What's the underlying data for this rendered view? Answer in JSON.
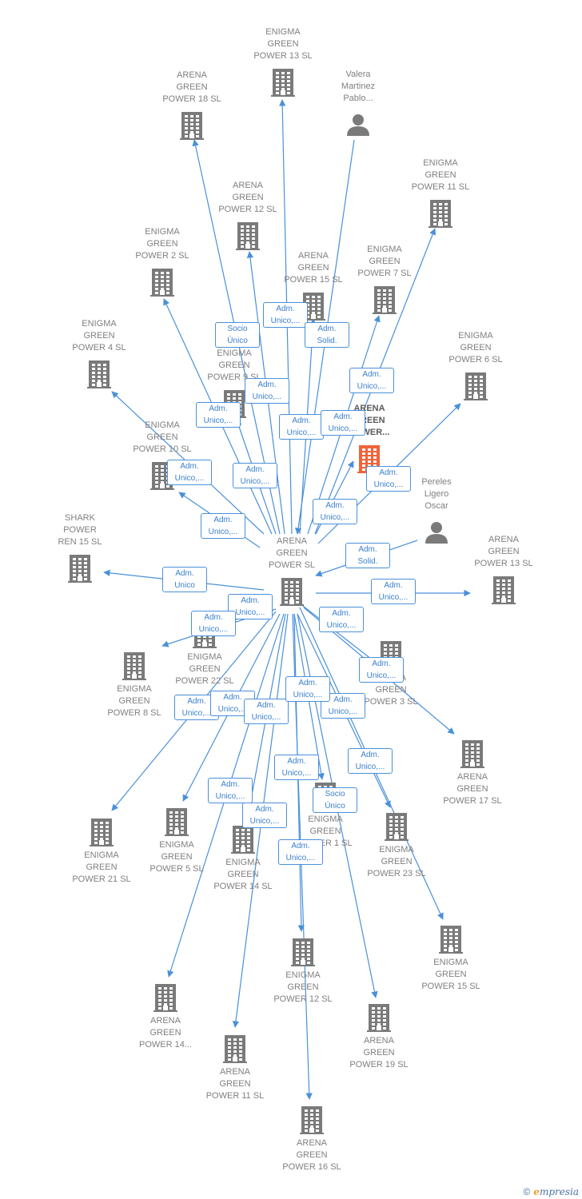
{
  "colors": {
    "edge": "#4a90d9",
    "node": "#7a7a7a",
    "highlight": "#f0643a",
    "tag_text": "#3a7fd0"
  },
  "center": {
    "id": "center",
    "name": "ARENA\nGREEN\nPOWER  SL",
    "icon": "building-icon"
  },
  "nodes": [
    {
      "id": "n0",
      "name": "ENIGMA\nGREEN\nPOWER 13  SL",
      "icon": "building-icon"
    },
    {
      "id": "n1",
      "name": "ARENA\nGREEN\nPOWER 18  SL",
      "icon": "building-icon"
    },
    {
      "id": "n2",
      "name": "Valera\nMartinez\nPablo...",
      "icon": "person-icon"
    },
    {
      "id": "n3",
      "name": "ENIGMA\nGREEN\nPOWER 11  SL",
      "icon": "building-icon"
    },
    {
      "id": "n4",
      "name": "ARENA\nGREEN\nPOWER 12  SL",
      "icon": "building-icon"
    },
    {
      "id": "n5",
      "name": "ENIGMA\nGREEN\nPOWER 2  SL",
      "icon": "building-icon"
    },
    {
      "id": "n6",
      "name": "ARENA\nGREEN\nPOWER 15  SL",
      "icon": "building-icon"
    },
    {
      "id": "n7",
      "name": "ENIGMA\nGREEN\nPOWER 7  SL",
      "icon": "building-icon"
    },
    {
      "id": "n8",
      "name": "ENIGMA\nGREEN\nPOWER 4  SL",
      "icon": "building-icon"
    },
    {
      "id": "n9",
      "name": "ENIGMA\nGREEN\nPOWER 9  SL",
      "icon": "building-icon"
    },
    {
      "id": "n10",
      "name": "ENIGMA\nGREEN\nPOWER 6  SL",
      "icon": "building-icon"
    },
    {
      "id": "n11",
      "name": "ARENA\nGREEN\nPOWER...",
      "icon": "building-icon",
      "highlight": true
    },
    {
      "id": "n12",
      "name": "ENIGMA\nGREEN\nPOWER 10  SL",
      "icon": "building-icon"
    },
    {
      "id": "n13",
      "name": "Pereles\nLigero\nOscar",
      "icon": "person-icon"
    },
    {
      "id": "n14",
      "name": "SHARK\nPOWER\nREN 15  SL",
      "icon": "building-icon"
    },
    {
      "id": "n15",
      "name": "ARENA\nGREEN\nPOWER 13  SL",
      "icon": "building-icon"
    },
    {
      "id": "n16",
      "name": "ENIGMA\nGREEN\nPOWER 22  SL",
      "icon": "building-icon"
    },
    {
      "id": "n17",
      "name": "ENIGMA\nGREEN\nPOWER 8  SL",
      "icon": "building-icon"
    },
    {
      "id": "n18",
      "name": "ARENA\nGREEN\nPOWER 3  SL",
      "icon": "building-icon"
    },
    {
      "id": "n19",
      "name": "ARENA\nGREEN\nPOWER 17  SL",
      "icon": "building-icon"
    },
    {
      "id": "n20",
      "name": "ENIGMA\nGREEN\nPOWER 21  SL",
      "icon": "building-icon"
    },
    {
      "id": "n21",
      "name": "ENIGMA\nGREEN\nPOWER 5  SL",
      "icon": "building-icon"
    },
    {
      "id": "n22",
      "name": "ENIGMA\nGREEN\nPOWER 14  SL",
      "icon": "building-icon"
    },
    {
      "id": "n23",
      "name": "ENIGMA\nGREEN\nPOWER 1  SL",
      "icon": "building-icon"
    },
    {
      "id": "n24",
      "name": "ENIGMA\nGREEN\nPOWER 23  SL",
      "icon": "building-icon"
    },
    {
      "id": "n25",
      "name": "ENIGMA\nGREEN\nPOWER 15  SL",
      "icon": "building-icon"
    },
    {
      "id": "n26",
      "name": "ENIGMA\nGREEN\nPOWER 12  SL",
      "icon": "building-icon"
    },
    {
      "id": "n27",
      "name": "ARENA\nGREEN\nPOWER 14...",
      "icon": "building-icon"
    },
    {
      "id": "n28",
      "name": "ARENA\nGREEN\nPOWER 19  SL",
      "icon": "building-icon"
    },
    {
      "id": "n29",
      "name": "ARENA\nGREEN\nPOWER 11  SL",
      "icon": "building-icon"
    },
    {
      "id": "n30",
      "name": "ARENA\nGREEN\nPOWER 16  SL",
      "icon": "building-icon"
    }
  ],
  "edges": [
    {
      "from": "center",
      "to": "n0",
      "label": "Adm.\nUnico,..."
    },
    {
      "from": "center",
      "to": "n1",
      "label": "Socio\nÚnico"
    },
    {
      "from": "n2",
      "to": "center",
      "label": "Adm.\nSolid."
    },
    {
      "from": "center",
      "to": "n3",
      "label": "Adm.\nUnico,..."
    },
    {
      "from": "center",
      "to": "n4",
      "label": "Adm.\nUnico,..."
    },
    {
      "from": "center",
      "to": "n5",
      "label": "Adm.\nUnico,..."
    },
    {
      "from": "center",
      "to": "n6",
      "label": "Adm.\nUnico,..."
    },
    {
      "from": "center",
      "to": "n7",
      "label": "Adm.\nUnico,..."
    },
    {
      "from": "center",
      "to": "n8",
      "label": "Adm.\nUnico,..."
    },
    {
      "from": "center",
      "to": "n9",
      "label": "Adm.\nUnico,..."
    },
    {
      "from": "center",
      "to": "n10",
      "label": "Adm.\nUnico,..."
    },
    {
      "from": "center",
      "to": "n11",
      "label": "Adm.\nUnico,..."
    },
    {
      "from": "center",
      "to": "n12",
      "label": "Adm.\nUnico,..."
    },
    {
      "from": "n13",
      "to": "center",
      "label": "Adm.\nSolid."
    },
    {
      "from": "center",
      "to": "n14",
      "label": "Adm.\nUnico"
    },
    {
      "from": "center",
      "to": "n15",
      "label": "Adm.\nUnico,..."
    },
    {
      "from": "center",
      "to": "n16",
      "label": "Adm.\nUnico,..."
    },
    {
      "from": "center",
      "to": "n17",
      "label": "Adm.\nUnico,..."
    },
    {
      "from": "center",
      "to": "n18",
      "label": "Adm.\nUnico,..."
    },
    {
      "from": "center",
      "to": "n19",
      "label": "Adm.\nUnico,..."
    },
    {
      "from": "center",
      "to": "n20",
      "label": "Adm.\nUnico,..."
    },
    {
      "from": "center",
      "to": "n21",
      "label": "Adm.\nUnico,..."
    },
    {
      "from": "center",
      "to": "n22",
      "label": "Adm.\nUnico,..."
    },
    {
      "from": "center",
      "to": "n23",
      "label": "Socio\nÚnico"
    },
    {
      "from": "center",
      "to": "n24",
      "label": "Adm.\nUnico,..."
    },
    {
      "from": "center",
      "to": "n25",
      "label": "Adm.\nUnico,..."
    },
    {
      "from": "center",
      "to": "n26",
      "label": "Adm.\nUnico,..."
    },
    {
      "from": "center",
      "to": "n27",
      "label": "Adm.\nUnico,..."
    },
    {
      "from": "center",
      "to": "n28",
      "label": "Adm.\nUnico,..."
    },
    {
      "from": "center",
      "to": "n29",
      "label": "Adm.\nUnico,..."
    },
    {
      "from": "center",
      "to": "n30",
      "label": "Adm.\nUnico,..."
    }
  ],
  "footer": {
    "copyright": "©",
    "brand_initial": "e",
    "brand_rest": "mpresia"
  }
}
